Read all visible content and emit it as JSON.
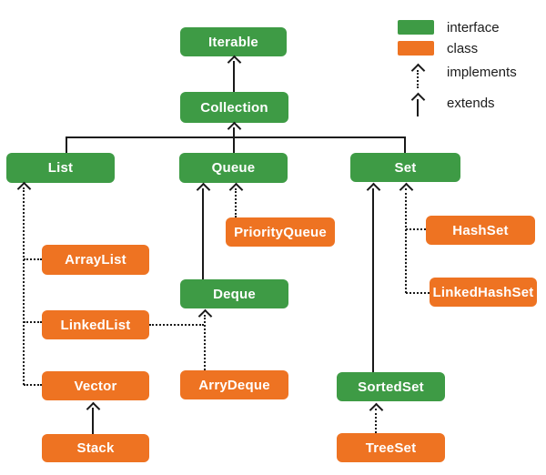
{
  "nodes": {
    "iterable": {
      "label": "Iterable",
      "type": "interface"
    },
    "collection": {
      "label": "Collection",
      "type": "interface"
    },
    "list": {
      "label": "List",
      "type": "interface"
    },
    "queue": {
      "label": "Queue",
      "type": "interface"
    },
    "set": {
      "label": "Set",
      "type": "interface"
    },
    "deque": {
      "label": "Deque",
      "type": "interface"
    },
    "sortedset": {
      "label": "SortedSet",
      "type": "interface"
    },
    "prioqueue": {
      "label": "PriorityQueue",
      "type": "class"
    },
    "arraylist": {
      "label": "ArrayList",
      "type": "class"
    },
    "linkedlist": {
      "label": "LinkedList",
      "type": "class"
    },
    "vector": {
      "label": "Vector",
      "type": "class"
    },
    "stack": {
      "label": "Stack",
      "type": "class"
    },
    "arrydeque": {
      "label": "ArryDeque",
      "type": "class"
    },
    "hashset": {
      "label": "HashSet",
      "type": "class"
    },
    "linkedhashset": {
      "label": "LinkedHashSet",
      "type": "class"
    },
    "treeset": {
      "label": "TreeSet",
      "type": "class"
    }
  },
  "edges": [
    {
      "from": "collection",
      "to": "iterable",
      "relation": "extends"
    },
    {
      "from": "list",
      "to": "collection",
      "relation": "extends"
    },
    {
      "from": "queue",
      "to": "collection",
      "relation": "extends"
    },
    {
      "from": "set",
      "to": "collection",
      "relation": "extends"
    },
    {
      "from": "arraylist",
      "to": "list",
      "relation": "implements"
    },
    {
      "from": "linkedlist",
      "to": "list",
      "relation": "implements"
    },
    {
      "from": "vector",
      "to": "list",
      "relation": "implements"
    },
    {
      "from": "stack",
      "to": "vector",
      "relation": "extends"
    },
    {
      "from": "deque",
      "to": "queue",
      "relation": "extends"
    },
    {
      "from": "prioqueue",
      "to": "queue",
      "relation": "implements"
    },
    {
      "from": "linkedlist",
      "to": "deque",
      "relation": "implements"
    },
    {
      "from": "arrydeque",
      "to": "deque",
      "relation": "implements"
    },
    {
      "from": "sortedset",
      "to": "set",
      "relation": "extends"
    },
    {
      "from": "hashset",
      "to": "set",
      "relation": "implements"
    },
    {
      "from": "linkedhashset",
      "to": "set",
      "relation": "implements"
    },
    {
      "from": "treeset",
      "to": "sortedset",
      "relation": "implements"
    }
  ],
  "legend": {
    "interface": "interface",
    "class": "class",
    "implements": "implements",
    "extends": "extends"
  },
  "colors": {
    "interface_fill": "#3e9b45",
    "class_fill": "#ee7322",
    "line": "#1a1a1a",
    "box_text": "#ffffff",
    "legend_text": "#1c1c1c",
    "background": "#ffffff"
  }
}
